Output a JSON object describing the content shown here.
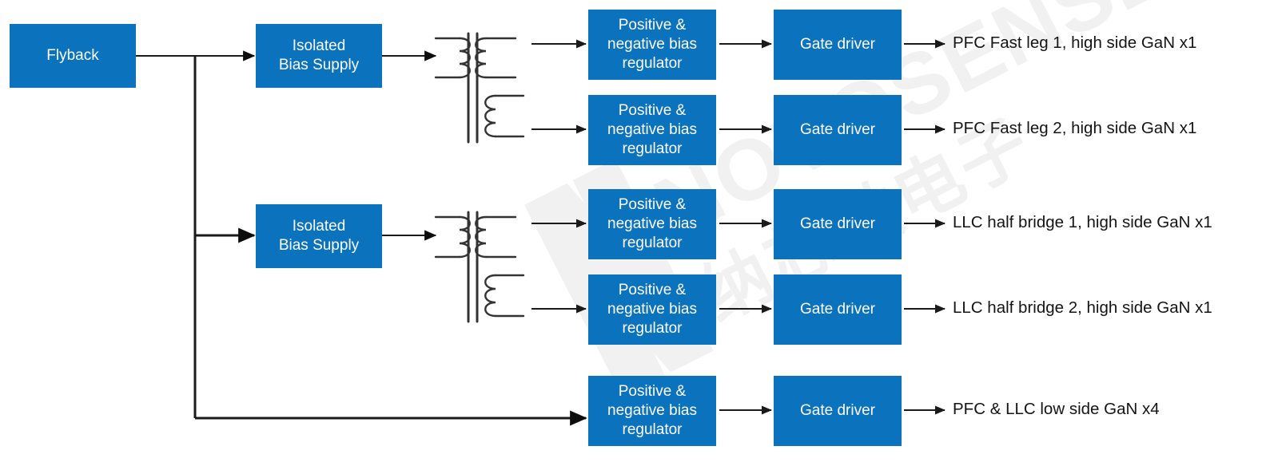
{
  "diagram": {
    "title": "Multi-rail isolated bias supply and gate driver block diagram",
    "colors": {
      "box_fill": "#0b72bd",
      "box_text": "#ffffff",
      "line": "#000000",
      "label_text": "#141414",
      "background": "#ffffff",
      "watermark": "#f2f2f2"
    },
    "watermark": {
      "text_latin": "NOVOSENSE",
      "text_cjk": "纳芯微电子",
      "logo": "n-logo-mark"
    },
    "source_block": {
      "label": "Flyback"
    },
    "bias_supplies": [
      {
        "id": "bias-1",
        "label": "Isolated\nBias Supply"
      },
      {
        "id": "bias-2",
        "label": "Isolated\nBias Supply"
      }
    ],
    "transformers": [
      {
        "id": "transformer-1",
        "primary_windings": 1,
        "secondary_windings": 2
      },
      {
        "id": "transformer-2",
        "primary_windings": 1,
        "secondary_windings": 2
      }
    ],
    "rails": [
      {
        "id": "rail-1",
        "regulator": "Positive &\nnegative bias\nregulator",
        "driver": "Gate driver",
        "output": "PFC Fast leg 1, high side GaN x1"
      },
      {
        "id": "rail-2",
        "regulator": "Positive &\nnegative bias\nregulator",
        "driver": "Gate driver",
        "output": "PFC Fast leg 2, high side GaN x1"
      },
      {
        "id": "rail-3",
        "regulator": "Positive &\nnegative bias\nregulator",
        "driver": "Gate driver",
        "output": "LLC half bridge 1, high side GaN x1"
      },
      {
        "id": "rail-4",
        "regulator": "Positive &\nnegative bias\nregulator",
        "driver": "Gate driver",
        "output": "LLC half bridge 2, high side GaN x1"
      },
      {
        "id": "rail-5",
        "regulator": "Positive &\nnegative bias\nregulator",
        "driver": "Gate driver",
        "output": "PFC & LLC low side GaN x4"
      }
    ]
  }
}
